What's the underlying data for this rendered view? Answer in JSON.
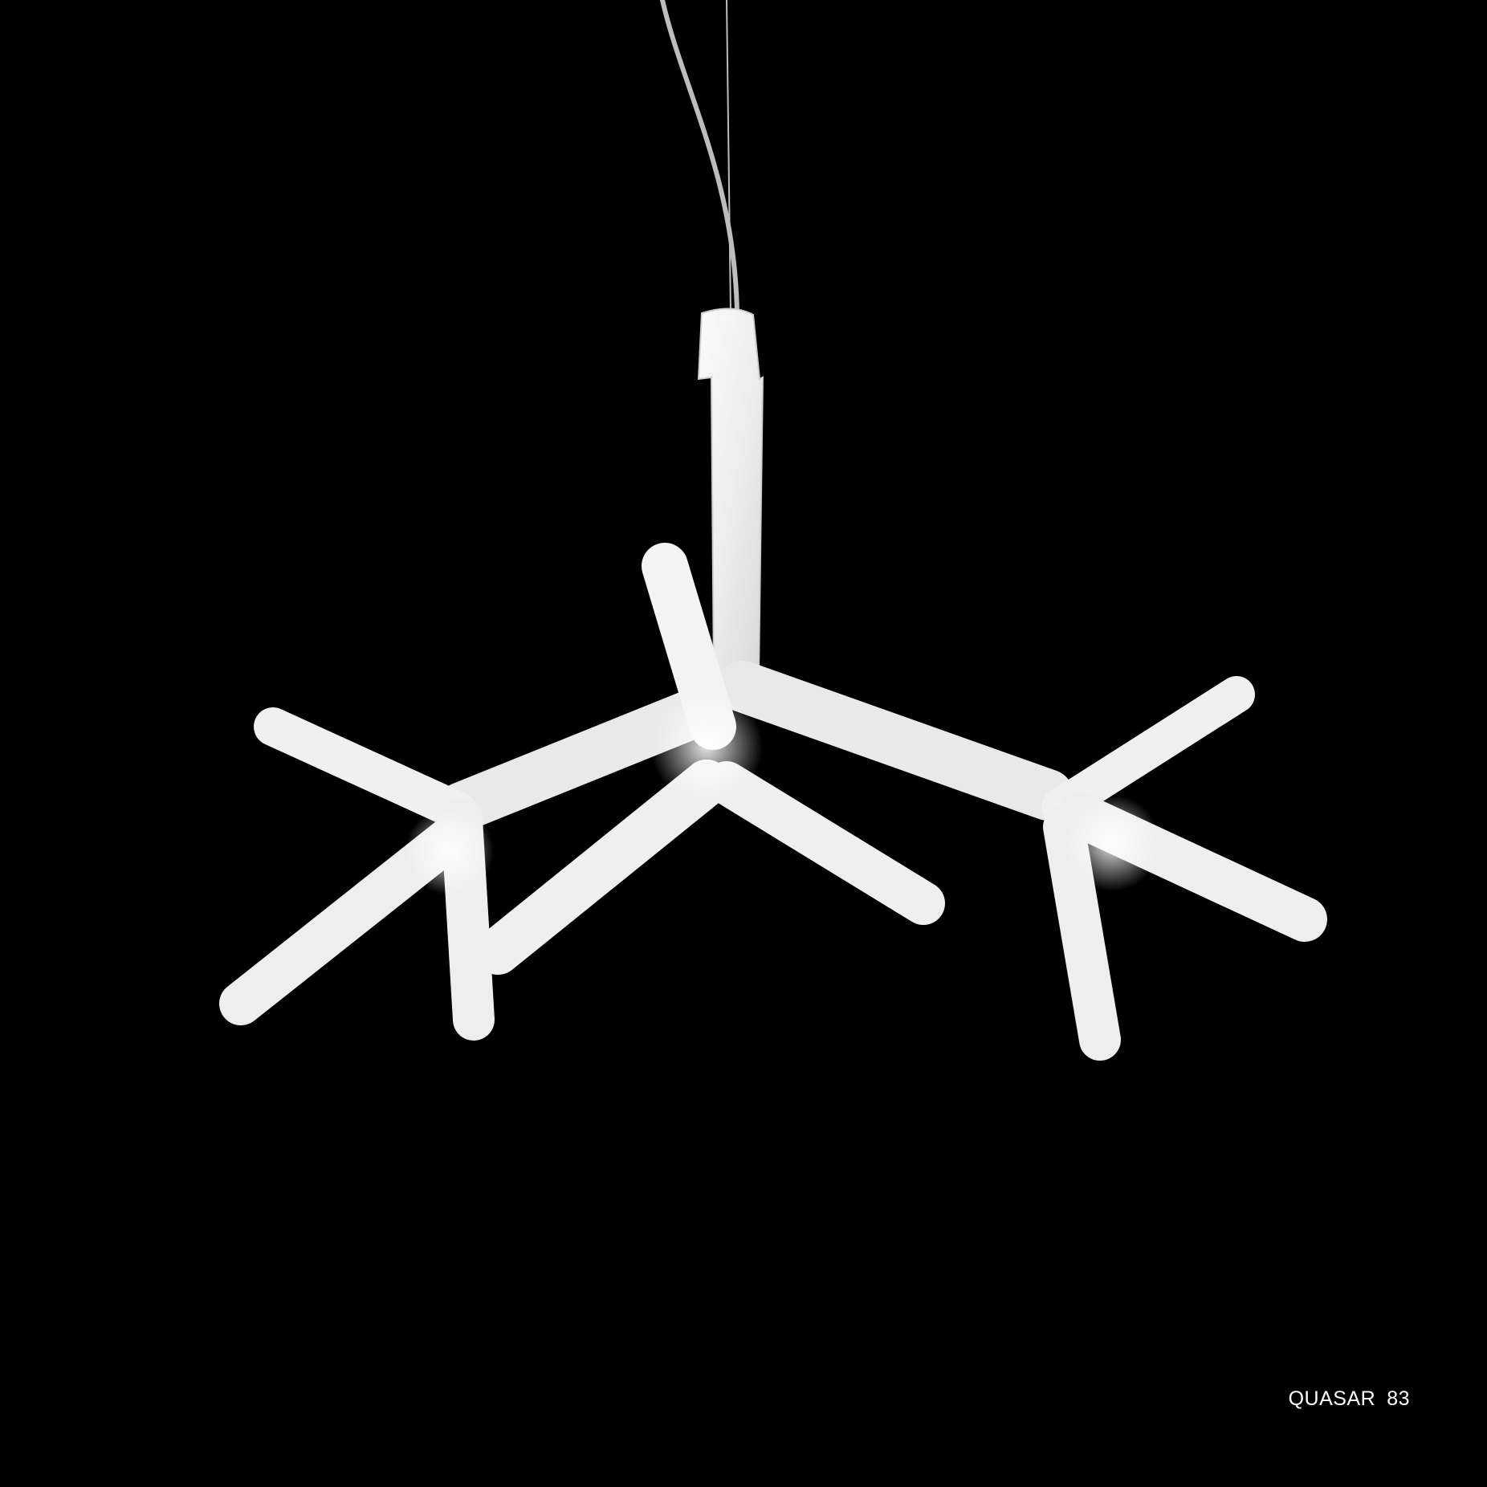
{
  "footer": {
    "product_name": "QUASAR",
    "page_number": "83"
  },
  "colors": {
    "background": "#000000",
    "lamp_glass": "#f2f2f2",
    "text": "#ffffff"
  },
  "icons": {
    "lamp": "pendant-lamp-photo"
  }
}
